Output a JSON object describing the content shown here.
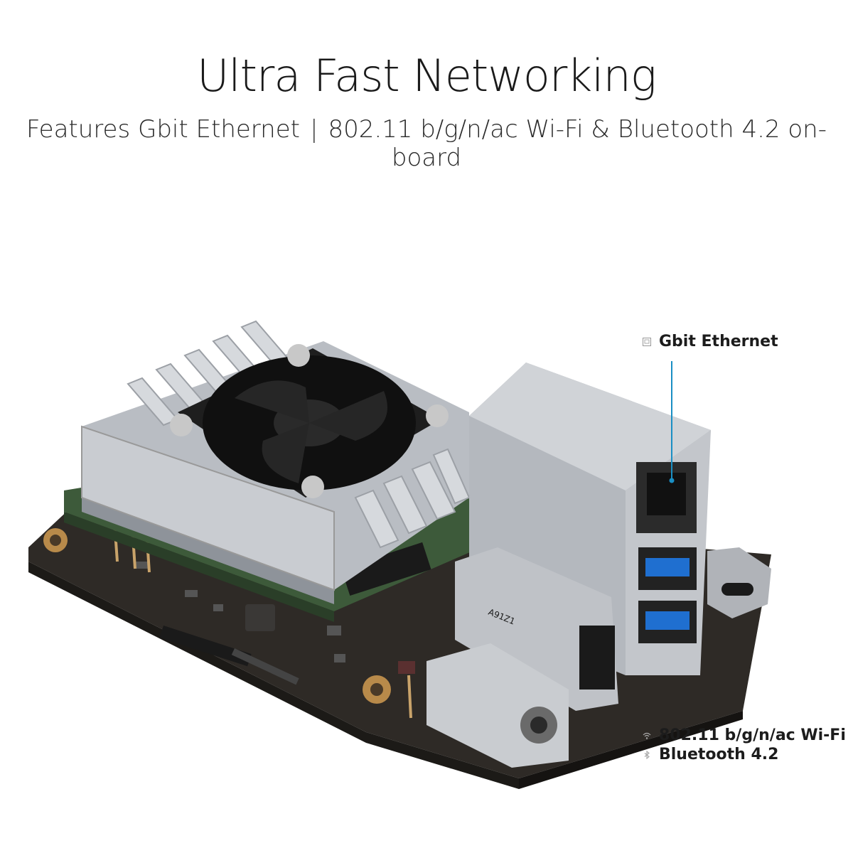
{
  "headline": {
    "title": "Ultra Fast Networking",
    "subtitle_part1": "Features Gbit Ethernet",
    "separator": "|",
    "subtitle_part2": "802.11 b/g/n/ac Wi-Fi & Bluetooth 4.2 on-board"
  },
  "callouts": {
    "ethernet": {
      "label": "Gbit Ethernet",
      "icon": "ethernet-port-icon",
      "leader_color": "#1a8fc4"
    },
    "wifi": {
      "label": "802.11 b/g/n/ac Wi-Fi",
      "icon": "wifi-icon"
    },
    "bluetooth": {
      "label": "Bluetooth 4.2",
      "icon": "bluetooth-icon"
    }
  },
  "board_text": {
    "chip_mark": "A91Z1"
  },
  "colors": {
    "pcb": "#2e2a26",
    "heatsink": "#c8ccd1",
    "fan": "#1e1e1e",
    "usb_blue": "#1f6fd0",
    "module_green": "#3d5a3a"
  }
}
